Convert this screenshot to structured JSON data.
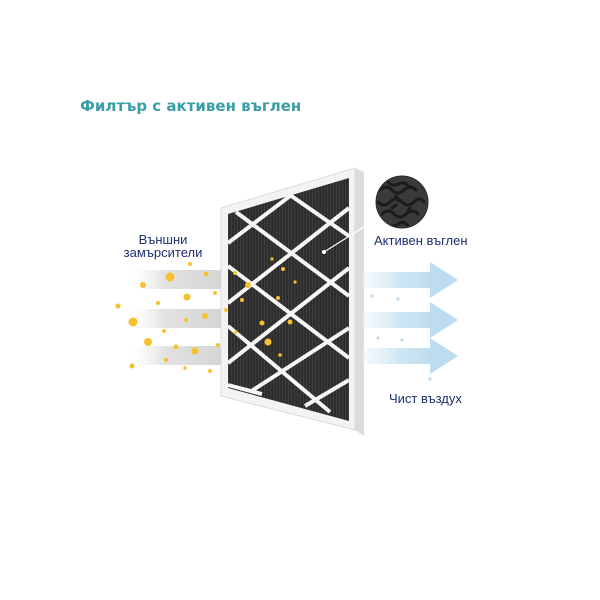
{
  "title": "Филтър с активен въглен",
  "labels": {
    "pollutants_line1": "Външни",
    "pollutants_line2": "замърсители",
    "activated_carbon": "Активен въглен",
    "clean_air": "Чист въздух"
  },
  "colors": {
    "title": "#3a9ea6",
    "label": "#1f2f6e",
    "particles": "#f5c22e",
    "clean_air_arrow": "#cfe6f3",
    "filter_frame": "#f4f4f4",
    "filter_media": "#2a2a2a"
  }
}
